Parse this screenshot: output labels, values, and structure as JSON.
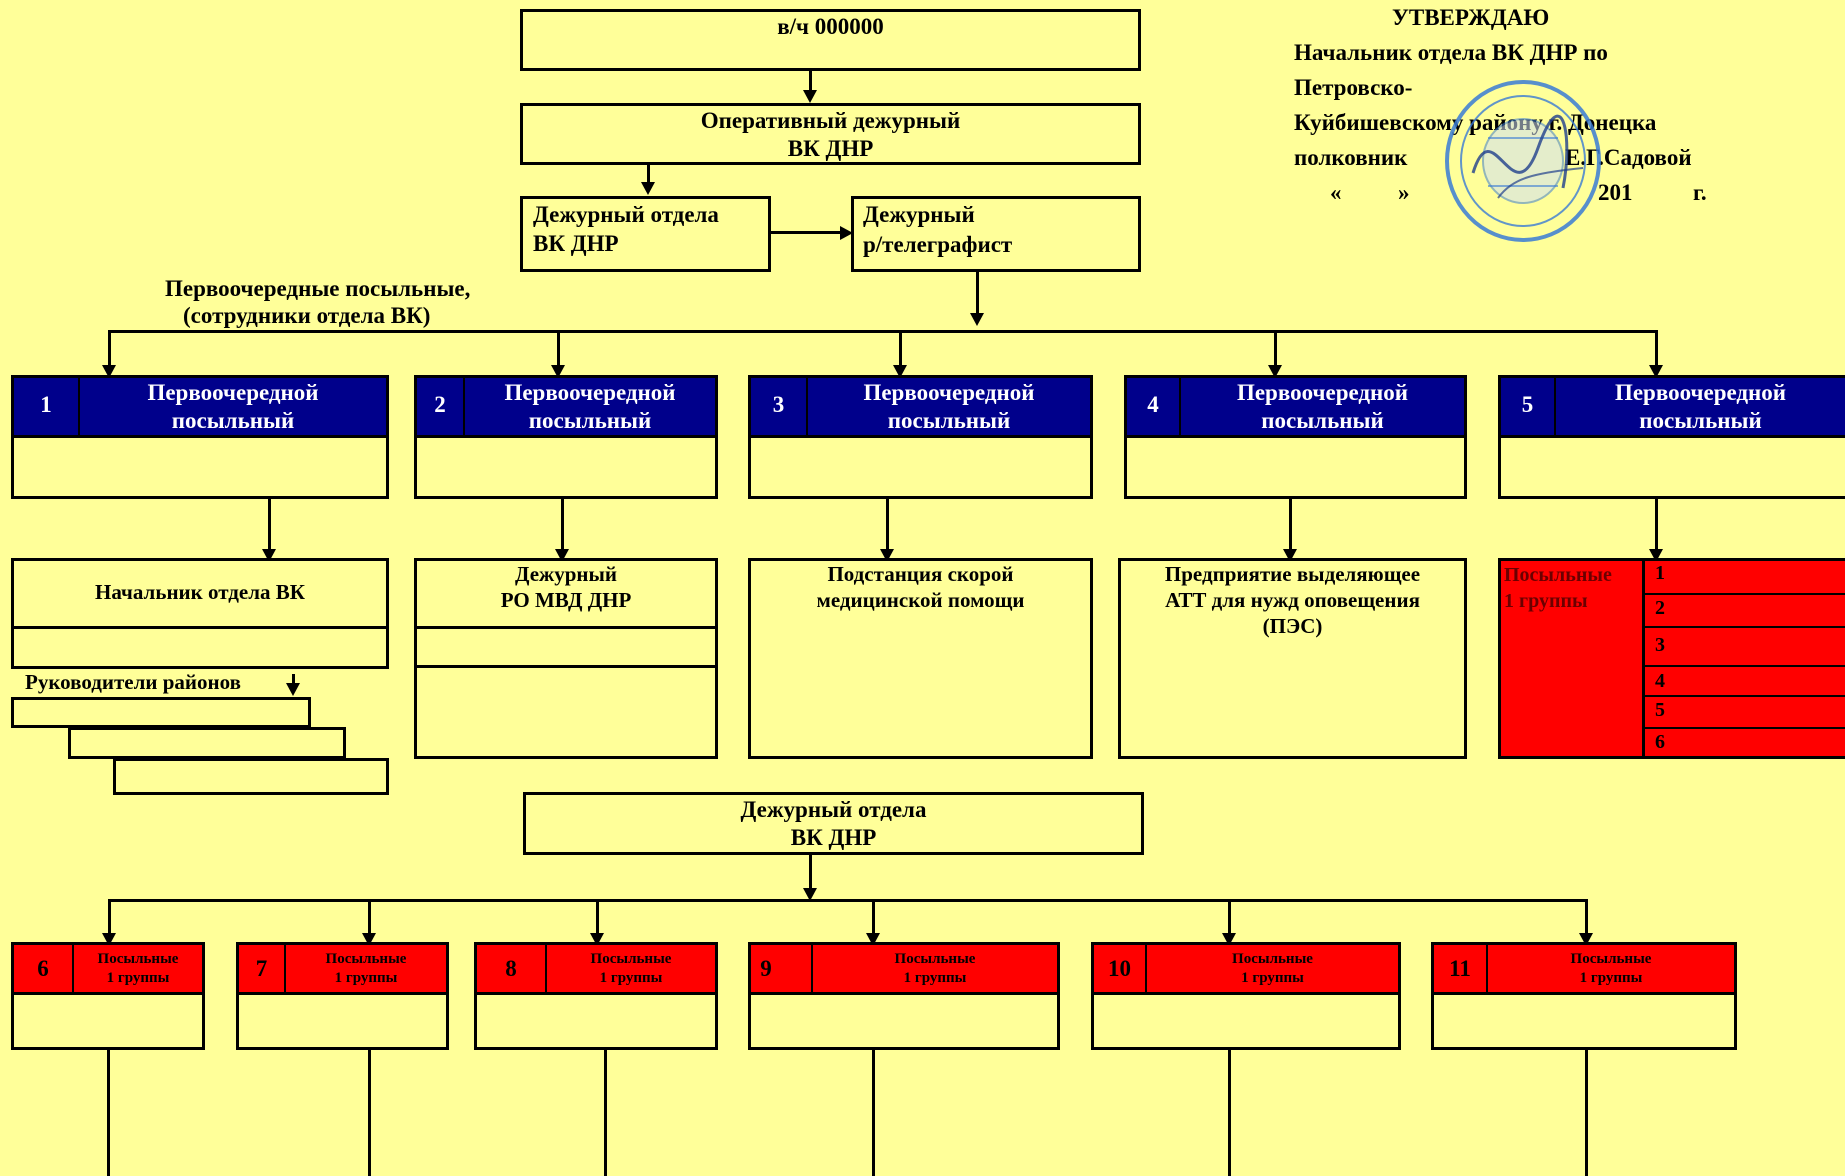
{
  "top": {
    "unit": "в/ч 000000",
    "duty_officer": [
      "Оперативный дежурный",
      "ВК ДНР"
    ],
    "dept_duty": [
      "Дежурный отдела",
      "ВК ДНР"
    ],
    "telegraph": [
      "Дежурный",
      "р/телеграфист"
    ]
  },
  "messengers_label": [
    "Первоочередные посыльные,",
    "(сотрудники отдела ВК)"
  ],
  "priority": {
    "label": [
      "Первоочередной",
      "посыльный"
    ],
    "items": [
      {
        "num": "1"
      },
      {
        "num": "2"
      },
      {
        "num": "3"
      },
      {
        "num": "4"
      },
      {
        "num": "5"
      }
    ]
  },
  "targets": {
    "t1": "Начальник отдела ВК",
    "district_heads": "Руководители районов",
    "t2": [
      "Дежурный",
      "РО МВД ДНР"
    ],
    "t3": [
      "Подстанция скорой",
      "медицинской помощи"
    ],
    "t4": [
      "Предприятие выделяющее",
      "АТТ для нужд оповещения",
      "(ПЭС)"
    ],
    "t5_label": [
      "Посыльные",
      "1 группы"
    ],
    "t5_nums": [
      "1",
      "2",
      "3",
      "4",
      "5",
      "6"
    ]
  },
  "bottom": {
    "dept_duty": [
      "Дежурный отдела",
      "ВК ДНР"
    ],
    "group_label": [
      "Посыльные",
      "1 группы"
    ],
    "items": [
      {
        "num": "6"
      },
      {
        "num": "7"
      },
      {
        "num": "8"
      },
      {
        "num": "9"
      },
      {
        "num": "10"
      },
      {
        "num": "11"
      }
    ]
  },
  "approval": {
    "title": "УТВЕРЖДАЮ",
    "line1": "Начальник отдела ВК ДНР по",
    "line2": "Петровско-",
    "line3": "Куйбишевскому району г. Донецка",
    "rank": "полковник",
    "name": "Е.Г.Садовой",
    "quote_open": "«",
    "quote_close": "»",
    "year": "201",
    "year_suffix": "г."
  },
  "colors": {
    "background": "#FFFF99",
    "header_blue": "#00008B",
    "alert_red": "#FF0000",
    "stamp": "#3A7BD5"
  }
}
